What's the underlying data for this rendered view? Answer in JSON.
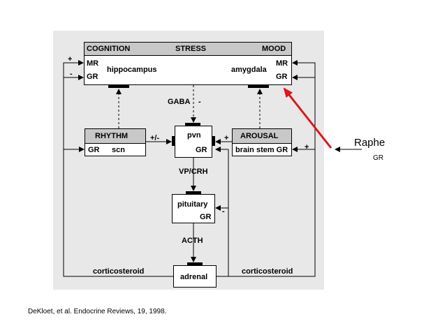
{
  "top_box": {
    "header_left": "COGNITION",
    "header_center": "STRESS",
    "header_right": "MOOD",
    "left_mr": "MR",
    "left_gr": "GR",
    "right_mr": "MR",
    "right_gr": "GR",
    "hippocampus": "hippocampus",
    "amygdala": "amygdala"
  },
  "rhythm_box": {
    "title": "RHYTHM",
    "gr": "GR",
    "scn": "scn"
  },
  "pvn_box": {
    "title": "pvn",
    "gr": "GR"
  },
  "arousal_box": {
    "title": "AROUSAL",
    "sub": "brain stem GR"
  },
  "pituitary_box": {
    "title": "pituitary",
    "gr": "GR"
  },
  "adrenal_box": {
    "title": "adrenal"
  },
  "labels": {
    "gaba": "GABA",
    "gaba_sign": "-",
    "vp_crh": "VP/CRH",
    "acth": "ACTH",
    "plus_minus": "+/-",
    "plus": "+",
    "minus": "-",
    "cortico_left": "corticosteroid",
    "cortico_right": "corticosteroid"
  },
  "raphe": {
    "title": "Raphe",
    "sub": "GR"
  },
  "citation": "DeKloet, et al.  Endocrine Reviews, 19, 1998.",
  "colors": {
    "raphe_arrow": "#e0151b",
    "background_panel": "#e8e8e8",
    "header_fill": "#c8c8c8"
  }
}
